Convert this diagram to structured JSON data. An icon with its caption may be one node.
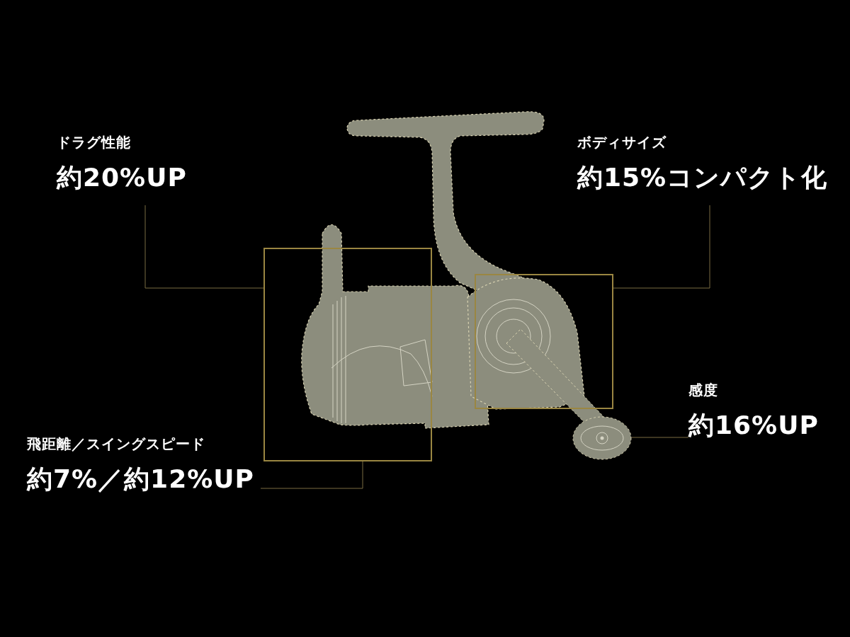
{
  "diagram": {
    "nodes": [
      {
        "text": [
          "ドラグ性能",
          "約20%UP"
        ]
      },
      {
        "text": [
          "ボディサイズ",
          "約15%コンパクト化"
        ]
      },
      {
        "text": [],
        "shape": "box"
      },
      {
        "text": [],
        "shape": "box"
      },
      {
        "text": [
          "感度",
          "約16%UP"
        ]
      },
      {
        "text": [],
        "shape": "picture"
      },
      {
        "text": [
          "飛距離／スイングスピード",
          "約7%／約12%UP"
        ]
      }
    ],
    "edges": [
      {
        "from": 0,
        "to": 2,
        "arrow": "none"
      },
      {
        "from": 1,
        "to": 3,
        "arrow": "none"
      },
      {
        "from": 6,
        "to": 2,
        "arrow": "none"
      },
      {
        "from": 4,
        "to": 5,
        "arrow": "none"
      }
    ]
  }
}
